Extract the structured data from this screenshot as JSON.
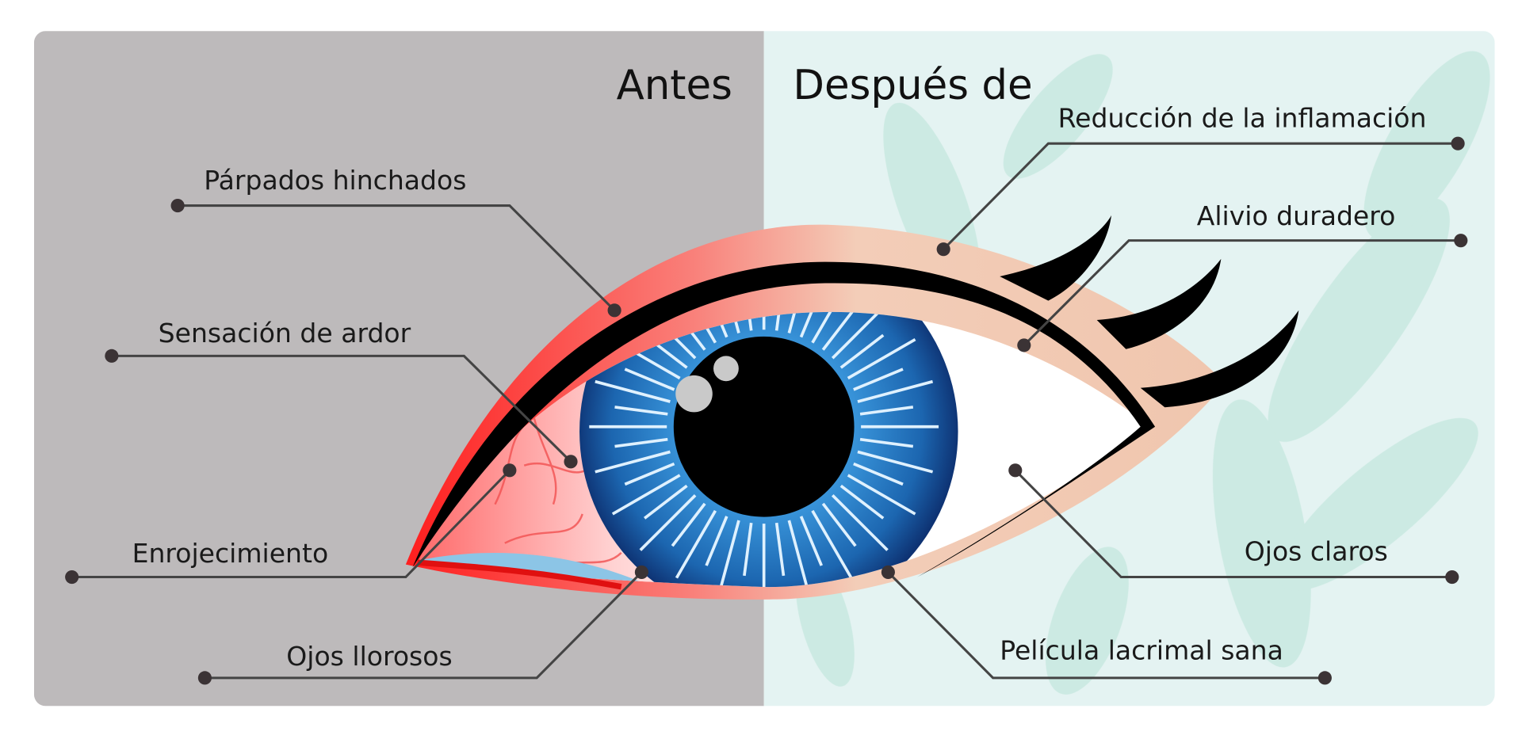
{
  "titles": {
    "before": "Antes",
    "after": "Después de"
  },
  "labels_before": [
    "Párpados hinchados",
    "Sensación de ardor",
    "Enrojecimiento",
    "Ojos llorosos"
  ],
  "labels_after": [
    "Reducción de la inflamación",
    "Alivio duradero",
    "Ojos claros",
    "Película lacrimal sana"
  ],
  "colors": {
    "before_bg": "#bdbabb",
    "after_bg": "#e4f3f2",
    "iris": "#1f6fb8",
    "redness": "#ff2626",
    "lid_after": "#f3cdb8"
  }
}
